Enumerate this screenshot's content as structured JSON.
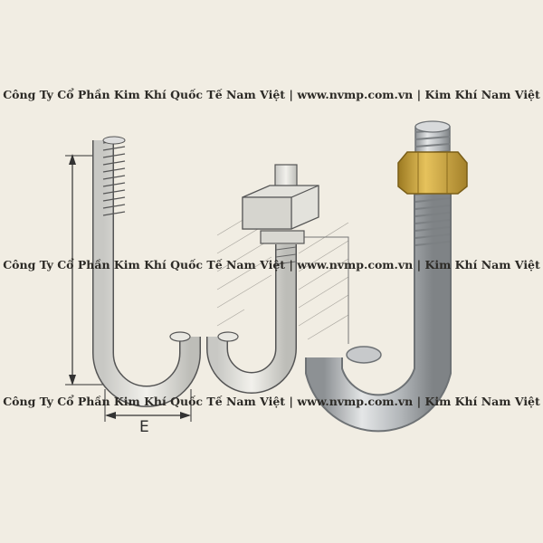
{
  "watermarks": [
    "Công Ty Cổ Phần Kim Khí Quốc Tế Nam Việt | www.nvmp.com.vn | Kim Khí Nam Việt",
    "Công Ty Cổ Phần Kim Khí Quốc Tế Nam Việt | www.nvmp.com.vn | Kim Khí Nam Việt",
    "Công Ty Cổ Phần Kim Khí Quốc Tế Nam Việt | www.nvmp.com.vn | Kim Khí Nam Việt"
  ],
  "dimension_label": "E",
  "colors": {
    "background": "#f1ede3",
    "steel": "#b9bcbf",
    "brass_nut": "#c9a23a",
    "sketch_line": "#4a4a4a"
  }
}
